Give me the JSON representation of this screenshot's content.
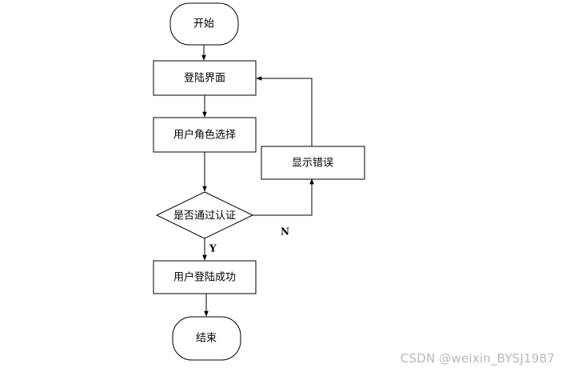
{
  "nodes": {
    "start": "开始",
    "login_page": "登陆界面",
    "role_select": "用户角色选择",
    "auth_check": "是否通过认证",
    "show_error": "显示错误",
    "login_success": "用户登陆成功",
    "end": "结束"
  },
  "edges": {
    "yes_label": "Y",
    "no_label": "N"
  },
  "watermark": "CSDN @weixin_BYSJ1987"
}
